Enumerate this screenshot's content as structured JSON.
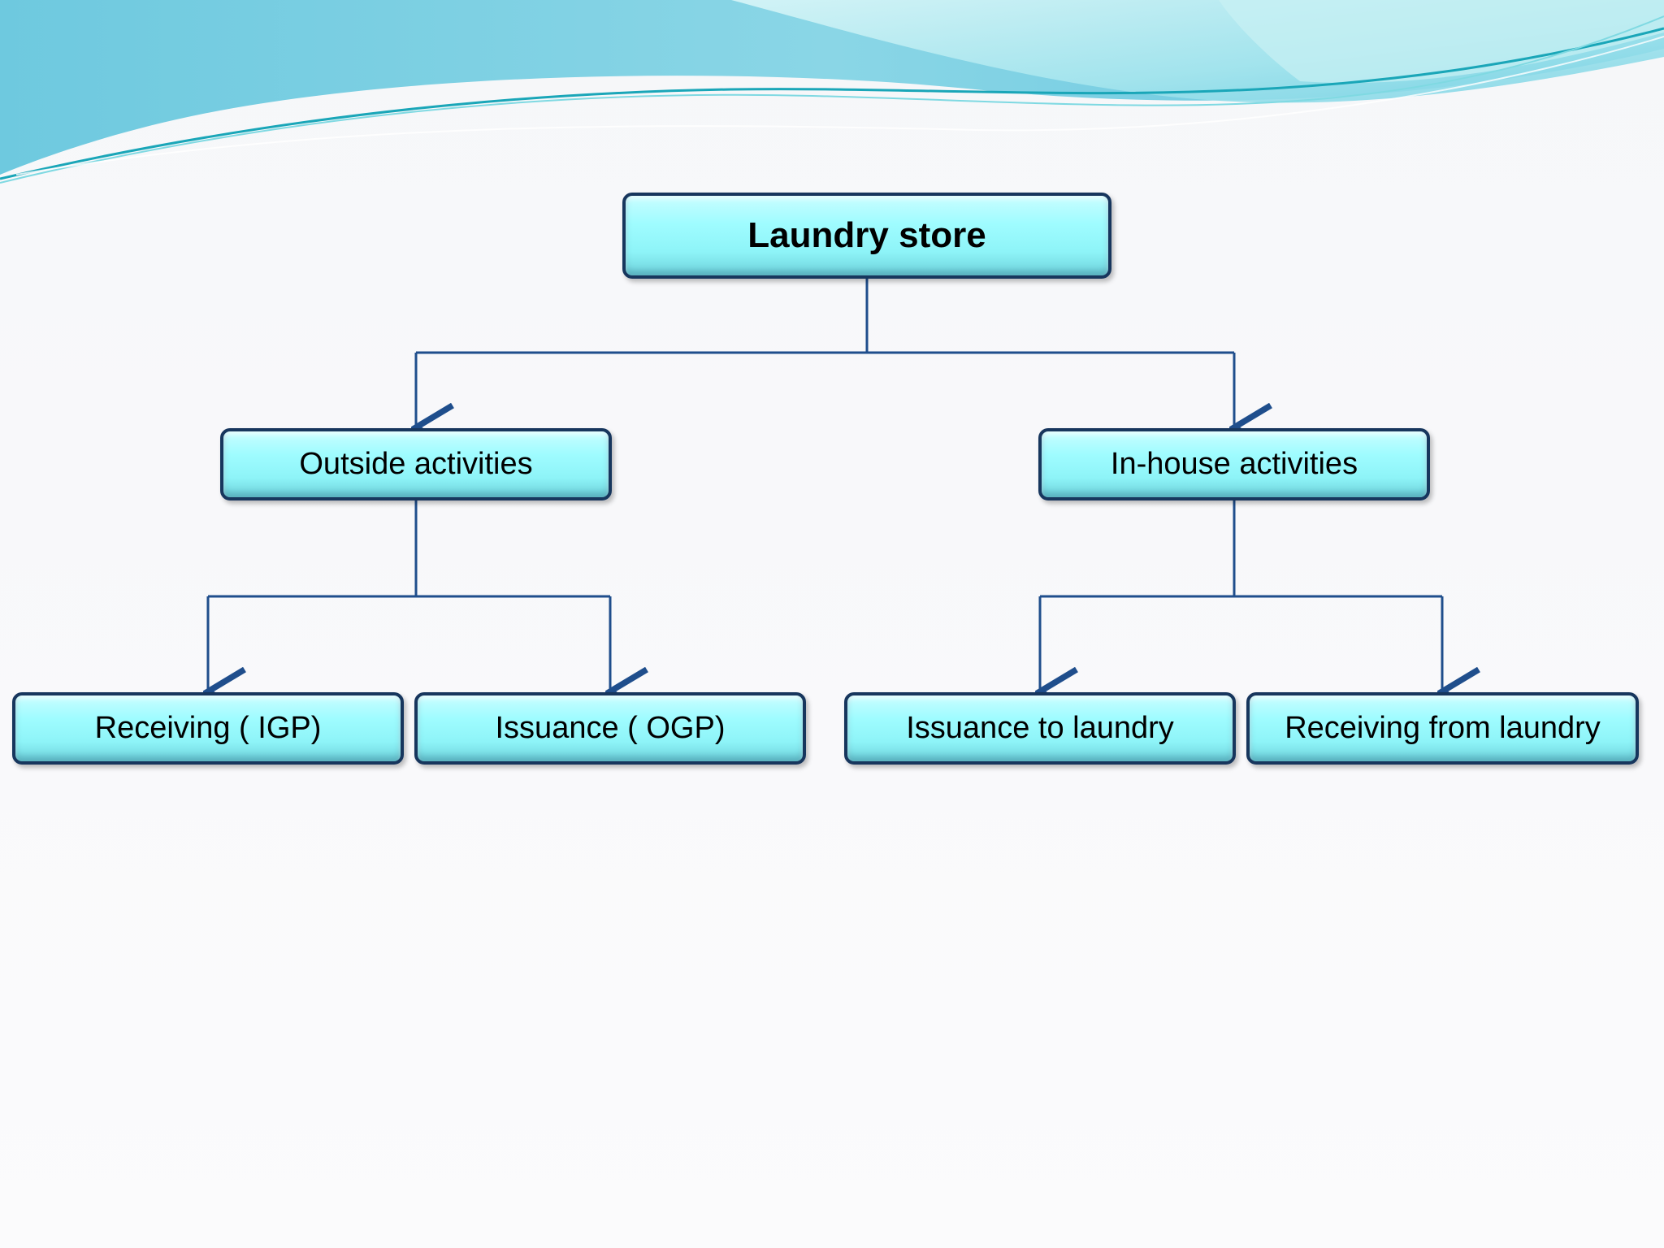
{
  "diagram": {
    "root": {
      "label": "Laundry store"
    },
    "branches": [
      {
        "label": "Outside activities",
        "children": [
          {
            "label": "Receiving ( IGP)"
          },
          {
            "label": "Issuance ( OGP)"
          }
        ]
      },
      {
        "label": "In-house activities",
        "children": [
          {
            "label": "Issuance to laundry"
          },
          {
            "label": "Receiving from laundry"
          }
        ]
      }
    ]
  },
  "colors": {
    "node_fill": "#9ffcff",
    "node_border": "#17365d",
    "connector": "#1f4e8c",
    "wave_primary": "#5ec4dc",
    "wave_light": "#a8e6ef"
  }
}
